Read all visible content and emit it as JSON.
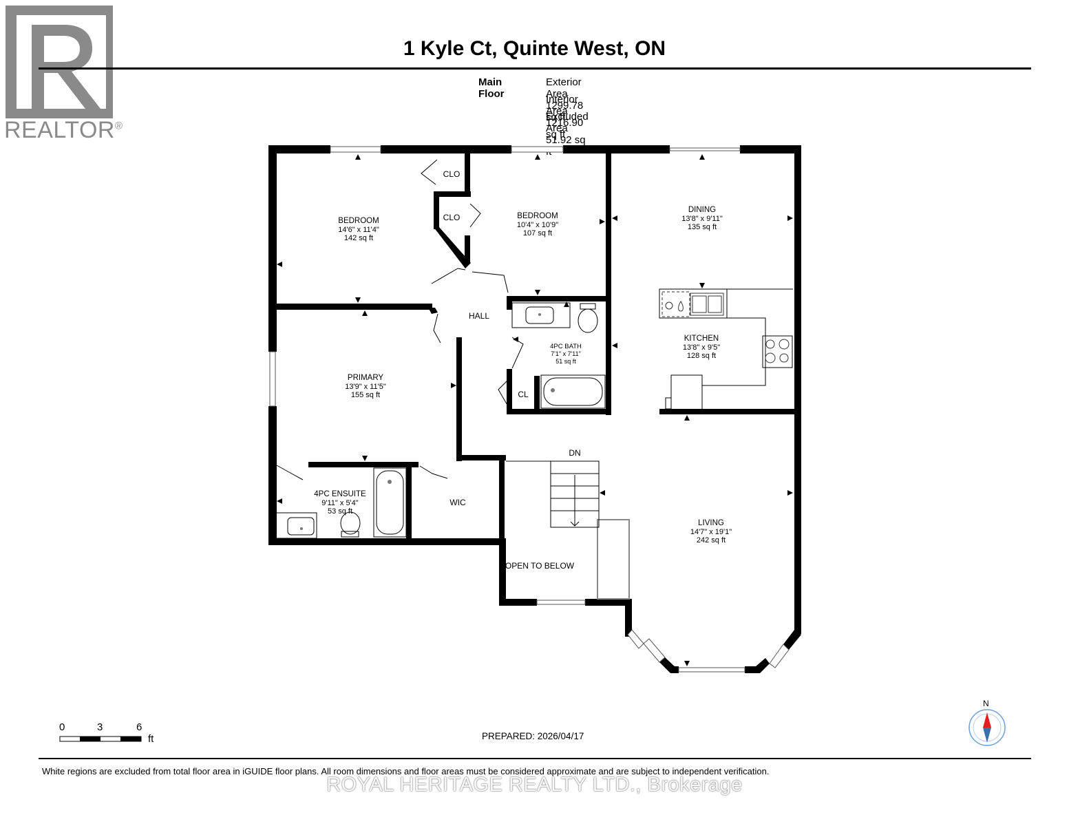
{
  "header": {
    "title": "1 Kyle Ct, Quinte West, ON",
    "floor_name": "Main Floor",
    "exterior_area": "Exterior Area 1299.78 sq ft",
    "interior_area": "Interior Area 1216.90 sq ft",
    "excluded_area": "Excluded Area 51.92 sq ft"
  },
  "logo": {
    "letter": "R",
    "word": "REALTOR",
    "registered": "®"
  },
  "rooms": {
    "bedroom1": {
      "name": "BEDROOM",
      "dims": "14'6\" x 11'4\"",
      "area": "142 sq ft"
    },
    "bedroom2": {
      "name": "BEDROOM",
      "dims": "10'4\" x 10'9\"",
      "area": "107 sq ft"
    },
    "dining": {
      "name": "DINING",
      "dims": "13'8\" x 9'11\"",
      "area": "135 sq ft"
    },
    "kitchen": {
      "name": "KITCHEN",
      "dims": "13'8\" x 9'5\"",
      "area": "128 sq ft"
    },
    "bath": {
      "name": "4PC BATH",
      "dims": "7'1\" x 7'11\"",
      "area": "51 sq ft"
    },
    "primary": {
      "name": "PRIMARY",
      "dims": "13'9\" x 11'5\"",
      "area": "155 sq ft"
    },
    "ensuite": {
      "name": "4PC ENSUITE",
      "dims": "9'11\" x 5'4\"",
      "area": "53 sq ft"
    },
    "living": {
      "name": "LIVING",
      "dims": "14'7\" x 19'1\"",
      "area": "242 sq ft"
    }
  },
  "labels": {
    "clo1": "CLO",
    "clo2": "CLO",
    "hall": "HALL",
    "cl": "CL",
    "wic": "WIC",
    "dn": "DN",
    "open_below": "OPEN TO BELOW"
  },
  "scale": {
    "n0": "0",
    "n3": "3",
    "n6": "6",
    "unit": "ft"
  },
  "compass": {
    "north": "N"
  },
  "footer": {
    "prepared": "PREPARED: 2026/04/17",
    "disclaimer": "White regions are excluded from total floor area in iGUIDE floor plans. All room dimensions and floor areas must be considered approximate and are subject to independent verification.",
    "watermark": "ROYAL HERITAGE REALTY LTD., Brokerage"
  }
}
